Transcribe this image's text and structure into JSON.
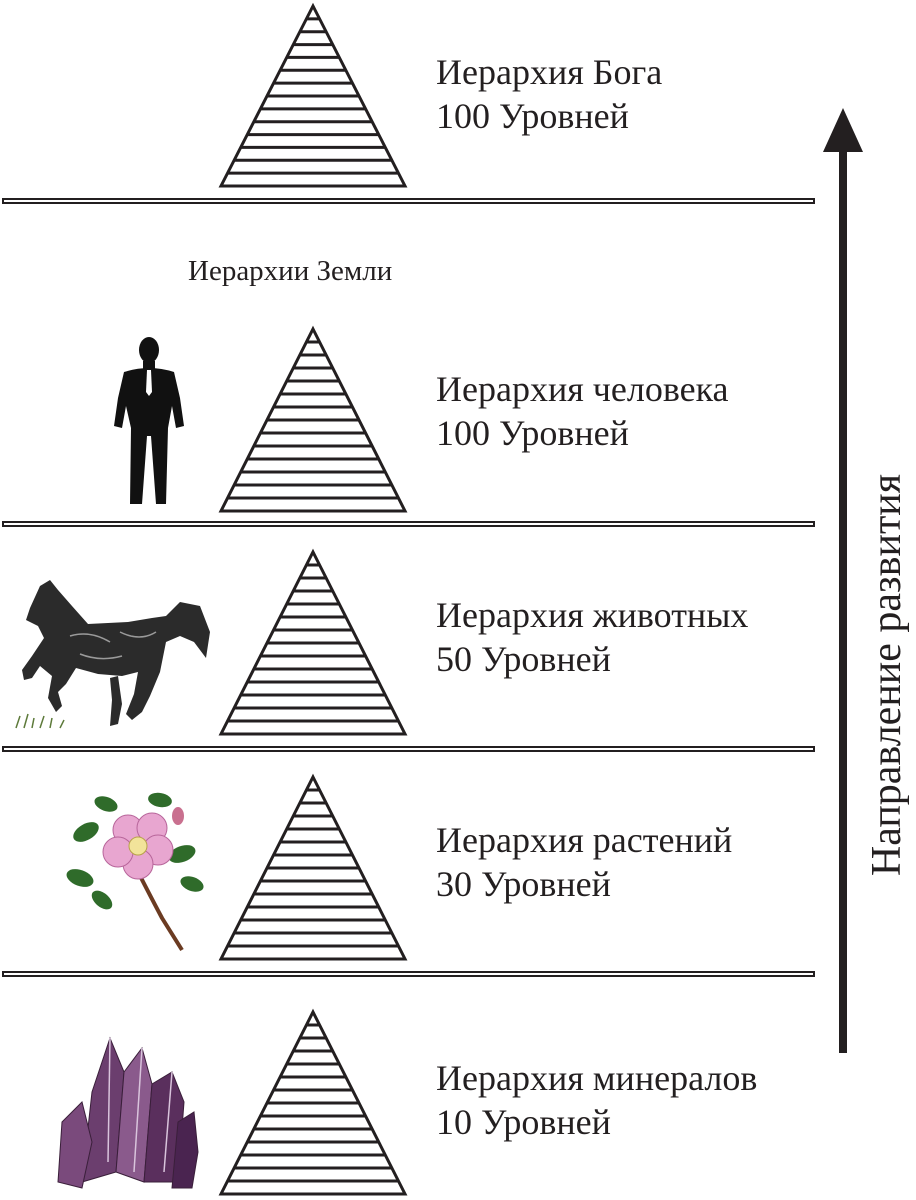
{
  "earth_heading": "Иерархии Земли",
  "direction_label": "Направление развития",
  "levels": [
    {
      "title": "Иерархия Бога",
      "count": "100 Уровней"
    },
    {
      "title": "Иерархия человека",
      "count": "100 Уровней",
      "icon": "businessman-silhouette"
    },
    {
      "title": "Иерархия животных",
      "count": "50 Уровней",
      "icon": "horse-icon"
    },
    {
      "title": "Иерархия растений",
      "count": "30 Уровней",
      "icon": "rose-flower-icon"
    },
    {
      "title": "Иерархия минералов",
      "count": "10 Уровней",
      "icon": "amethyst-crystal-icon"
    }
  ]
}
